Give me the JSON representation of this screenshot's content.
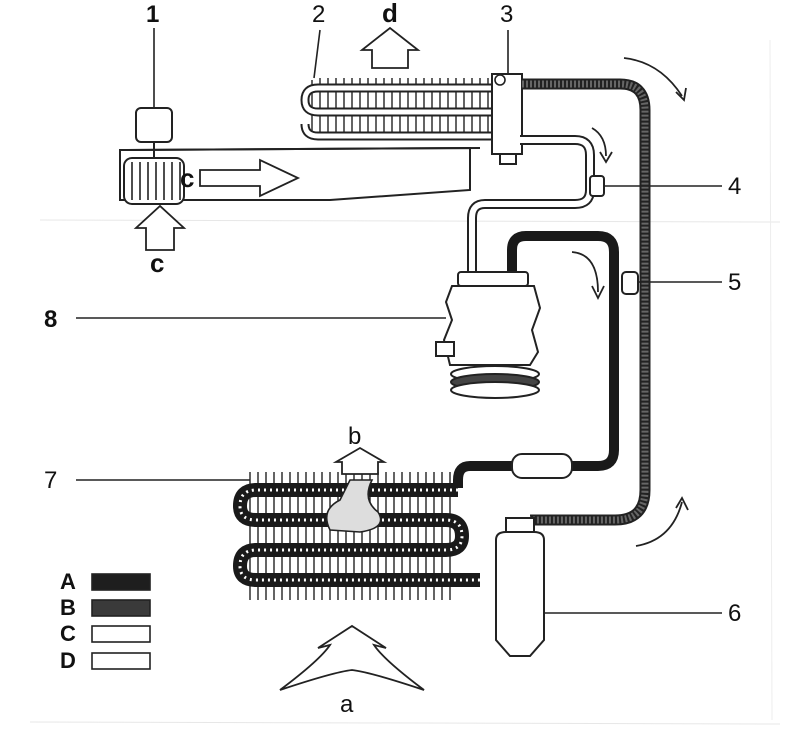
{
  "colors": {
    "ink": "#222222",
    "liquid_line": "#2a2a2a",
    "dark_line": "#1a1a1a",
    "paper": "#ffffff",
    "ghost_text": "#c8c8c8"
  },
  "labels": {
    "l1": "1",
    "l2": "2",
    "l3": "3",
    "l4": "4",
    "l5": "5",
    "l6": "6",
    "l7": "7",
    "l8": "8"
  },
  "flows": {
    "a": "a",
    "b": "b",
    "c_inner": "c",
    "c_bottom": "c",
    "d": "d"
  },
  "legend": [
    {
      "letter": "A",
      "fill": "#1e1e1e"
    },
    {
      "letter": "B",
      "fill": "#3a3a3a"
    },
    {
      "letter": "C",
      "fill": "#ffffff"
    },
    {
      "letter": "D",
      "fill": "#ffffff"
    }
  ]
}
